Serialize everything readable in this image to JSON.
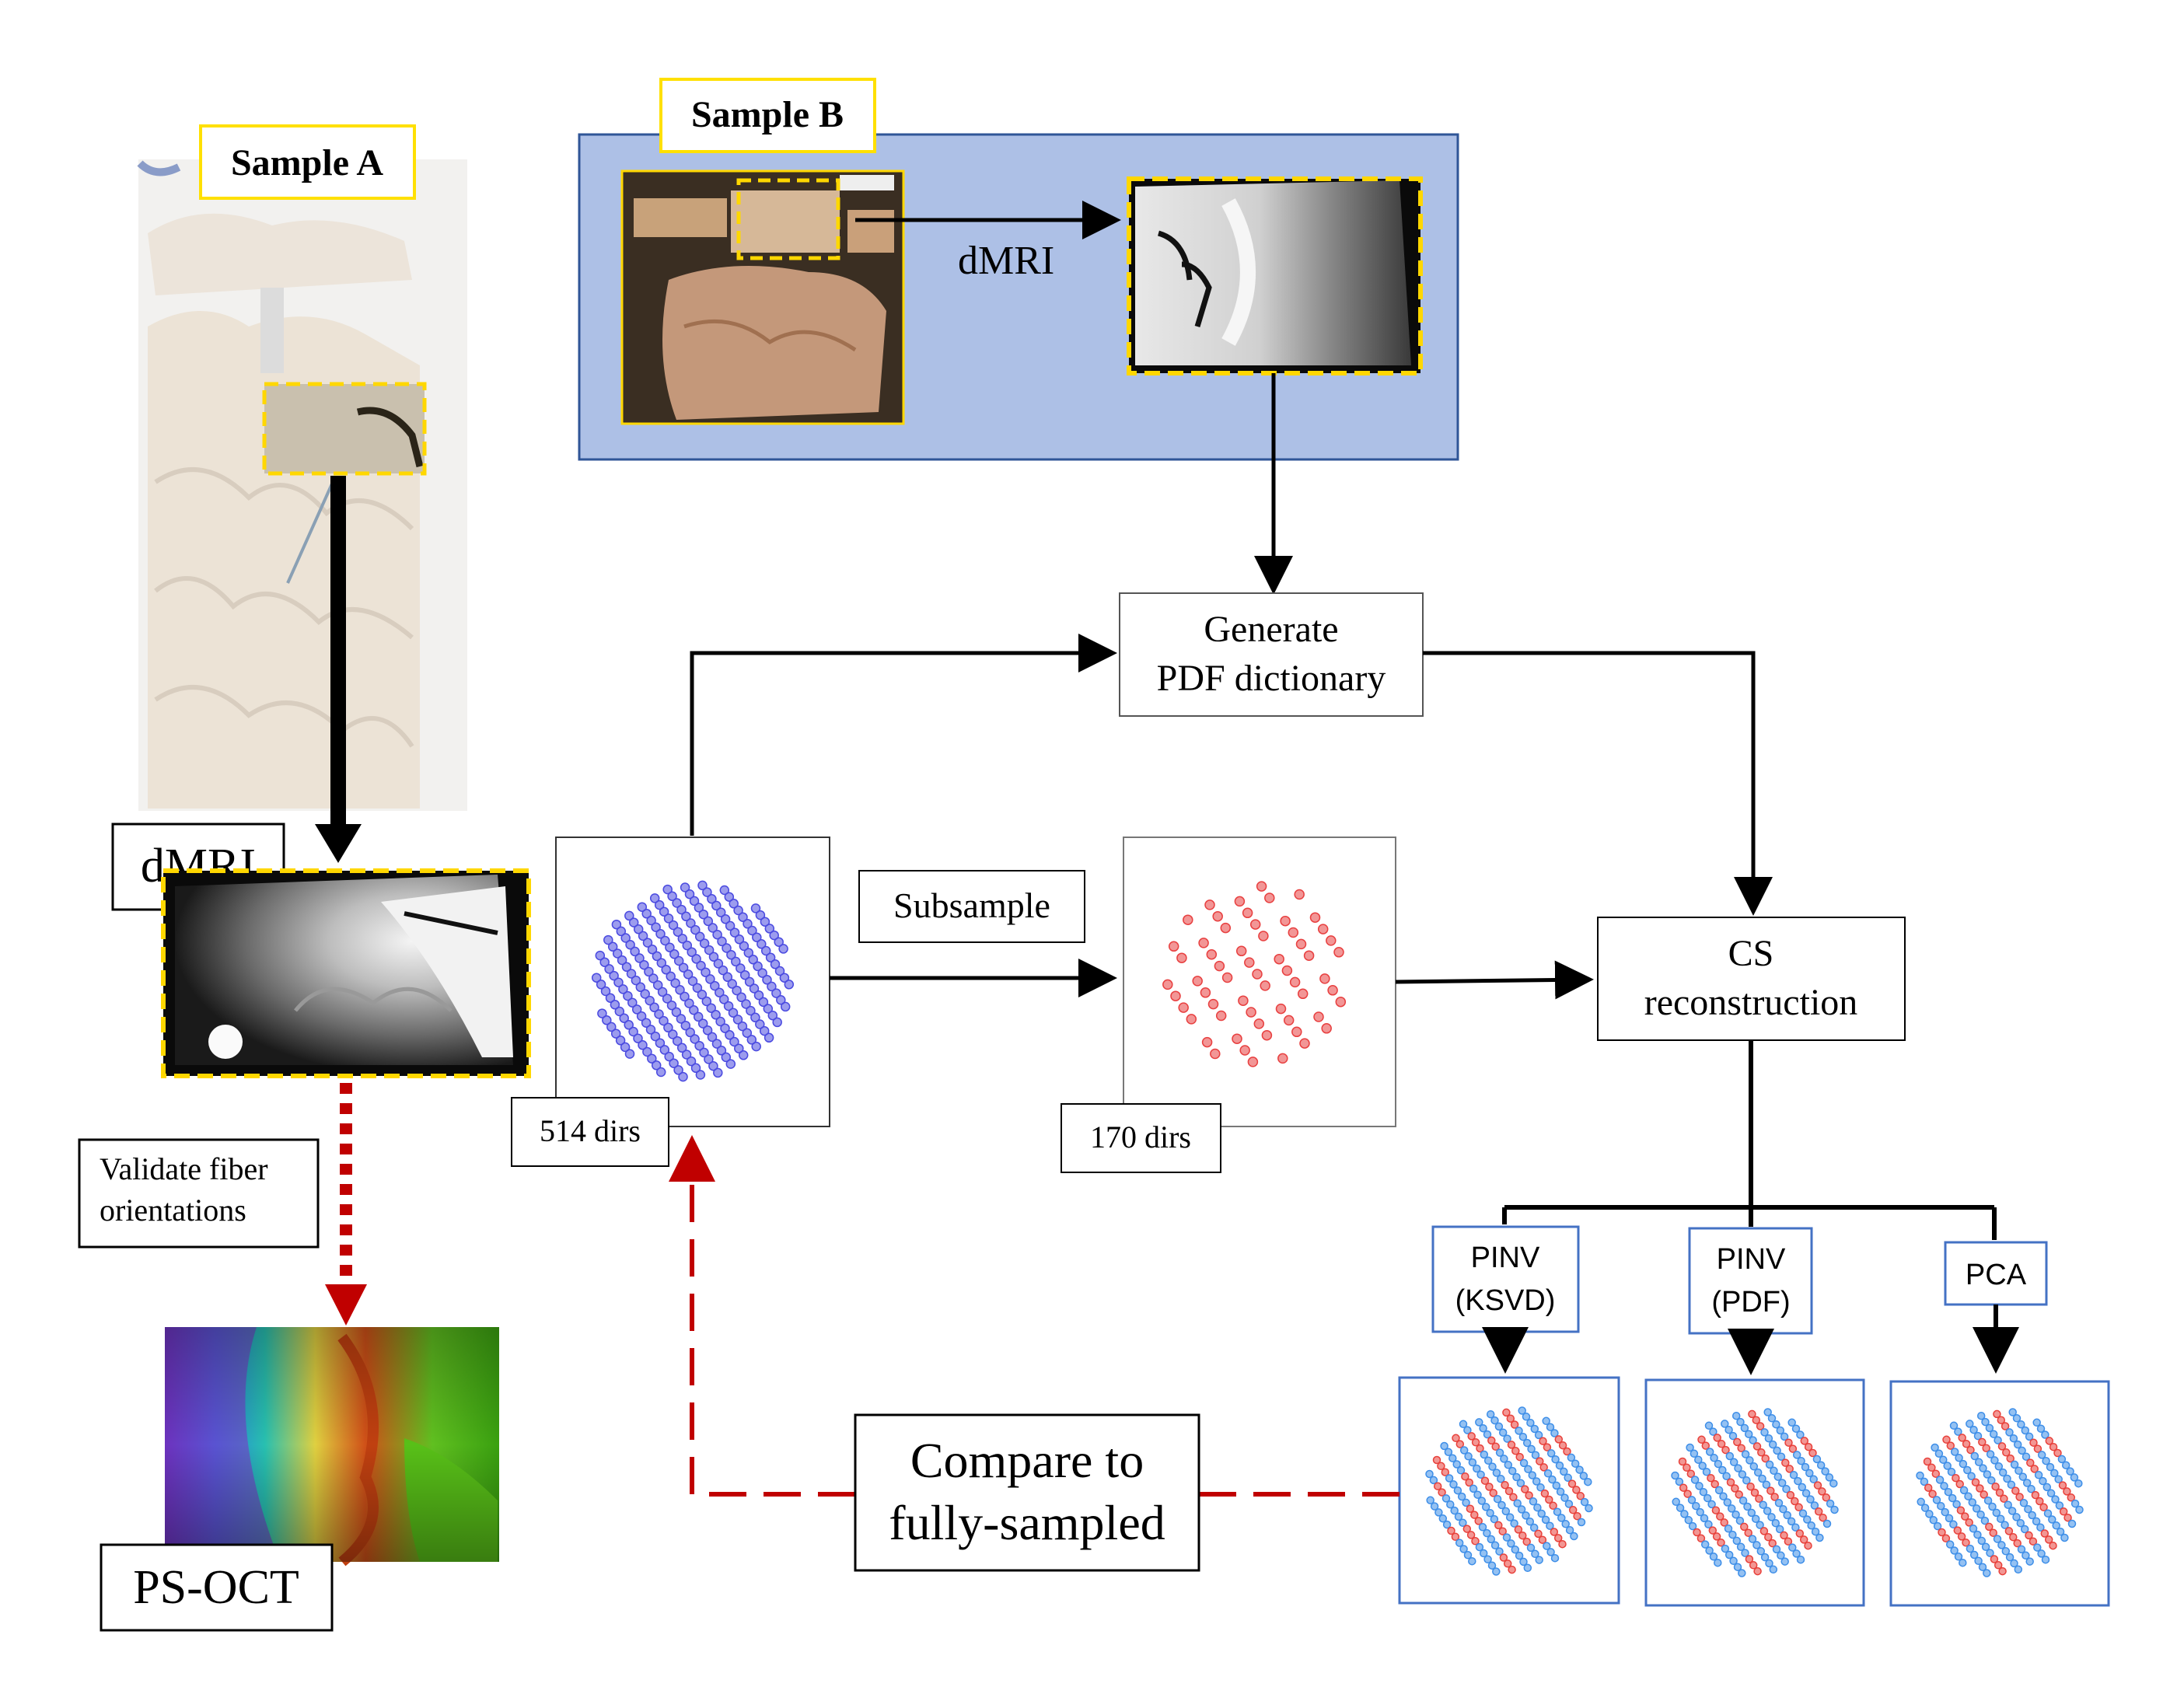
{
  "sample_a": {
    "label": "Sample A"
  },
  "sample_b": {
    "label": "Sample B",
    "dmri_label": "dMRI"
  },
  "left_branch": {
    "dmri_label": "dMRI",
    "validate_label_line1": "Validate fiber",
    "validate_label_line2": "orientations",
    "psoct_label": "PS-OCT"
  },
  "pipeline": {
    "generate_line1": "Generate",
    "generate_line2": "PDF dictionary",
    "subsample_label": "Subsample",
    "full_dirs_label": "514 dirs",
    "sub_dirs_label": "170 dirs",
    "cs_line1": "CS",
    "cs_line2": "reconstruction",
    "compare_line1": "Compare to",
    "compare_line2": "fully-sampled"
  },
  "methods": [
    {
      "line1": "PINV",
      "line2": "(KSVD)"
    },
    {
      "line1": "PINV",
      "line2": "(PDF)"
    },
    {
      "line1": "PCA",
      "line2": ""
    }
  ],
  "colors": {
    "sample_b_panel": "#adc0e6",
    "sample_b_panel_border": "#2f5597",
    "yellow_frame": "#ffd700",
    "dashed_red": "#c00000",
    "full_sampling_points": "#4a4ae0",
    "sub_sampling_points": "#e84040",
    "recon_blue": "#3d8ee8",
    "recon_red": "#e8403a",
    "method_box_border": "#4472c4"
  }
}
